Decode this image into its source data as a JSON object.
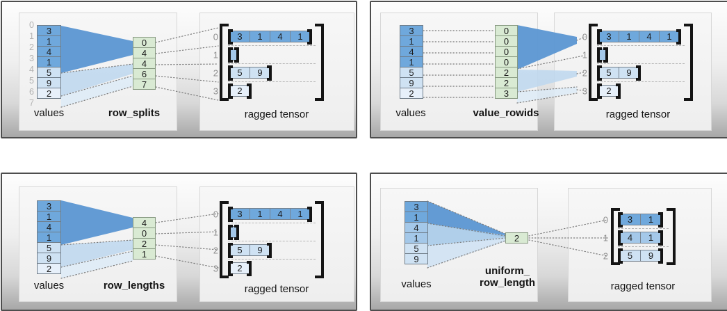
{
  "figure": {
    "description_labels": {
      "values": "values",
      "ragged_tensor": "ragged tensor"
    },
    "colors": {
      "row_dark_blue": "#6fa8dc",
      "row_medium_blue": "#a4c8e9",
      "row_light_blue": "#cfe2f3",
      "row_pale_blue": "#e7f0fa",
      "param_green": "#d9ead3",
      "panel_gray": "#f2f2f2"
    }
  },
  "panels": {
    "q1": {
      "label": "row_splits",
      "values_label": "values",
      "tensor_label": "ragged tensor",
      "indices": [
        "0",
        "1",
        "2",
        "3",
        "4",
        "5",
        "6",
        "7"
      ],
      "values": [
        {
          "v": "3",
          "s": "s0"
        },
        {
          "v": "1",
          "s": "s0"
        },
        {
          "v": "4",
          "s": "s0"
        },
        {
          "v": "1",
          "s": "s0"
        },
        {
          "v": "5",
          "s": "s2"
        },
        {
          "v": "9",
          "s": "s2"
        },
        {
          "v": "2",
          "s": "s3"
        }
      ],
      "param": [
        "0",
        "4",
        "4",
        "6",
        "7"
      ],
      "rows": [
        {
          "label": "0",
          "cells": [
            {
              "v": "3",
              "s": "s0"
            },
            {
              "v": "1",
              "s": "s0"
            },
            {
              "v": "4",
              "s": "s0"
            },
            {
              "v": "1",
              "s": "s0"
            }
          ]
        },
        {
          "label": "1",
          "cells": []
        },
        {
          "label": "2",
          "cells": [
            {
              "v": "5",
              "s": "s2"
            },
            {
              "v": "9",
              "s": "s2"
            }
          ]
        },
        {
          "label": "3",
          "cells": [
            {
              "v": "2",
              "s": "s3"
            }
          ]
        }
      ]
    },
    "q2": {
      "label": "value_rowids",
      "values_label": "values",
      "tensor_label": "ragged tensor",
      "values": [
        {
          "v": "3",
          "s": "s0"
        },
        {
          "v": "1",
          "s": "s0"
        },
        {
          "v": "4",
          "s": "s0"
        },
        {
          "v": "1",
          "s": "s0"
        },
        {
          "v": "5",
          "s": "s2"
        },
        {
          "v": "9",
          "s": "s2"
        },
        {
          "v": "2",
          "s": "s3"
        }
      ],
      "param": [
        "0",
        "0",
        "0",
        "0",
        "2",
        "2",
        "3"
      ],
      "rows": [
        {
          "label": "0",
          "cells": [
            {
              "v": "3",
              "s": "s0"
            },
            {
              "v": "1",
              "s": "s0"
            },
            {
              "v": "4",
              "s": "s0"
            },
            {
              "v": "1",
              "s": "s0"
            }
          ]
        },
        {
          "label": "1",
          "cells": []
        },
        {
          "label": "2",
          "cells": [
            {
              "v": "5",
              "s": "s2"
            },
            {
              "v": "9",
              "s": "s2"
            }
          ]
        },
        {
          "label": "3",
          "cells": [
            {
              "v": "2",
              "s": "s3"
            }
          ]
        }
      ]
    },
    "q3": {
      "label": "row_lengths",
      "values_label": "values",
      "tensor_label": "ragged tensor",
      "values": [
        {
          "v": "3",
          "s": "s0"
        },
        {
          "v": "1",
          "s": "s0"
        },
        {
          "v": "4",
          "s": "s0"
        },
        {
          "v": "1",
          "s": "s0"
        },
        {
          "v": "5",
          "s": "s2"
        },
        {
          "v": "9",
          "s": "s2"
        },
        {
          "v": "2",
          "s": "s3"
        }
      ],
      "param": [
        "4",
        "0",
        "2",
        "1"
      ],
      "rows": [
        {
          "label": "0",
          "cells": [
            {
              "v": "3",
              "s": "s0"
            },
            {
              "v": "1",
              "s": "s0"
            },
            {
              "v": "4",
              "s": "s0"
            },
            {
              "v": "1",
              "s": "s0"
            }
          ]
        },
        {
          "label": "1",
          "cells": []
        },
        {
          "label": "2",
          "cells": [
            {
              "v": "5",
              "s": "s2"
            },
            {
              "v": "9",
              "s": "s2"
            }
          ]
        },
        {
          "label": "3",
          "cells": [
            {
              "v": "2",
              "s": "s3"
            }
          ]
        }
      ]
    },
    "q4": {
      "label_line1": "uniform_",
      "label_line2": "row_length",
      "values_label": "values",
      "tensor_label": "ragged tensor",
      "values": [
        {
          "v": "3",
          "s": "s0"
        },
        {
          "v": "1",
          "s": "s0"
        },
        {
          "v": "4",
          "s": "s1"
        },
        {
          "v": "1",
          "s": "s1"
        },
        {
          "v": "5",
          "s": "s2"
        },
        {
          "v": "9",
          "s": "s2"
        }
      ],
      "param": [
        "2"
      ],
      "rows": [
        {
          "label": "0",
          "cells": [
            {
              "v": "3",
              "s": "s0"
            },
            {
              "v": "1",
              "s": "s0"
            }
          ]
        },
        {
          "label": "1",
          "cells": [
            {
              "v": "4",
              "s": "s1"
            },
            {
              "v": "1",
              "s": "s1"
            }
          ]
        },
        {
          "label": "2",
          "cells": [
            {
              "v": "5",
              "s": "s2"
            },
            {
              "v": "9",
              "s": "s2"
            }
          ]
        }
      ]
    }
  }
}
